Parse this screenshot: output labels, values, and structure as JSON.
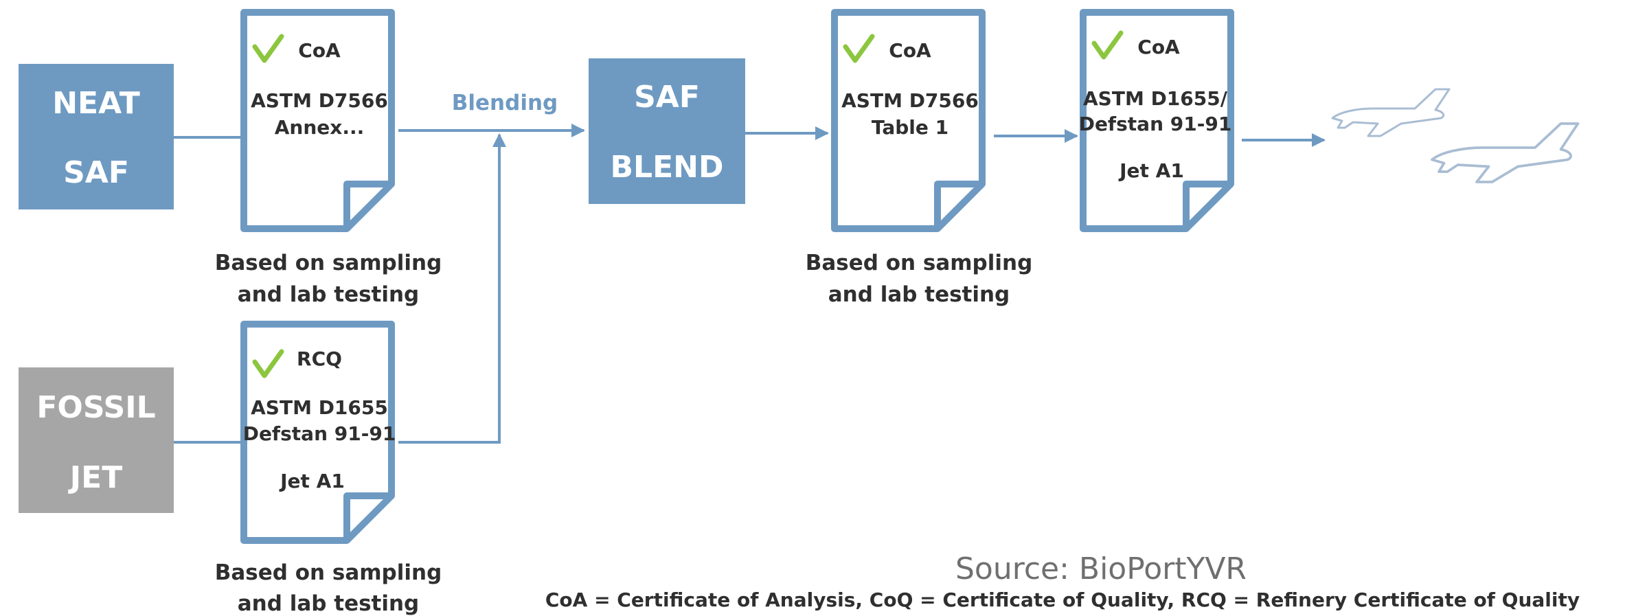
{
  "colors": {
    "primary": "#6e9ac2",
    "fossil": "#a6a6a6",
    "check": "#8cc63f",
    "text": "#2f2f2f",
    "source": "#6f6f6f"
  },
  "boxes": {
    "neat_saf": {
      "line1": "NEAT",
      "line2": "SAF"
    },
    "fossil_jet": {
      "line1": "FOSSIL",
      "line2": "JET"
    },
    "saf_blend": {
      "line1": "SAF",
      "line2": "BLEND"
    }
  },
  "documents": {
    "neat": {
      "cert": "CoA",
      "line1": "ASTM D7566",
      "line2": "Annex...",
      "line3": "",
      "note1": "Based on sampling",
      "note2": "and lab testing"
    },
    "fossil": {
      "cert": "RCQ",
      "line1": "ASTM D1655",
      "line2": "Defstan 91-91",
      "line3": "Jet A1",
      "note1": "Based on sampling",
      "note2": "and lab testing"
    },
    "blend": {
      "cert": "CoA",
      "line1": "ASTM D7566",
      "line2": "Table 1",
      "line3": "",
      "note1": "Based on sampling",
      "note2": "and lab testing"
    },
    "final": {
      "cert": "CoA",
      "line1": "ASTM D1655/",
      "line2": "Defstan 91-91",
      "line3": "Jet A1",
      "note1": "",
      "note2": ""
    }
  },
  "edge_labels": {
    "blending": "Blending"
  },
  "icons": {
    "airplanes": "airplane-icon",
    "check": "check-icon"
  },
  "footer": {
    "source": "Source: BioPortYVR",
    "legend": "CoA = Certificate of Analysis, CoQ = Certificate of Quality, RCQ = Refinery Certificate of Quality"
  }
}
